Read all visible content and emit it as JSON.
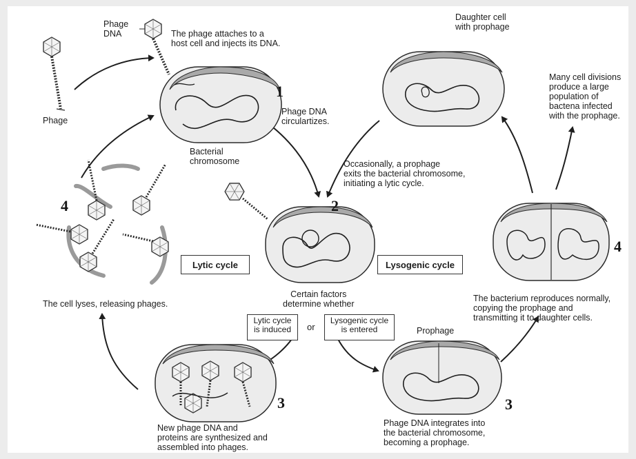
{
  "labels": {
    "phage_dna": "Phage\nDNA",
    "phage": "Phage",
    "attach": "The phage attaches to a\nhost cell and injects its DNA.",
    "circularizes": "Phage DNA\ncirculartizes.",
    "bacterial_chromosome": "Bacterial\nchromosome",
    "daughter_cell": "Daughter cell\nwith prophage",
    "many_divisions": "Many cell divisions\nproduce a large\npopulation of\nbactena infected\nwith the prophage.",
    "occasionally": "Occasionally, a prophage\nexits the bacterial chromosome,\ninitiating a lytic cycle.",
    "certain_factors": "Certain factors\ndetermine whether",
    "lyses": "The cell lyses, releasing phages.",
    "reproduces": "The bacterium reproduces normally,\ncopying the prophage and\ntransmitting it to daughter cells.",
    "prophage": "Prophage",
    "synthesized": "New phage DNA and\nproteins are synthesized and\nassembled into phages.",
    "integrates": "Phage DNA integrates into\nthe bacterial chromosome,\nbecoming a prophage.",
    "or": "or"
  },
  "boxes": {
    "lytic_cycle": "Lytic cycle",
    "lysogenic_cycle": "Lysogenic cycle",
    "lytic_induced": "Lytic cycle\nis induced",
    "lysogenic_entered": "Lysogenic cycle\nis entered"
  },
  "step_numbers": {
    "lytic_step1": "1",
    "center_step2": "2",
    "lytic_step3": "3",
    "lytic_step4": "4",
    "lysogenic_step3": "3",
    "lysogenic_step4": "4"
  },
  "colors": {
    "cell_fill": "#ececec",
    "cell_top_band": "#a9a9a9",
    "ink": "#1e1e1e"
  }
}
